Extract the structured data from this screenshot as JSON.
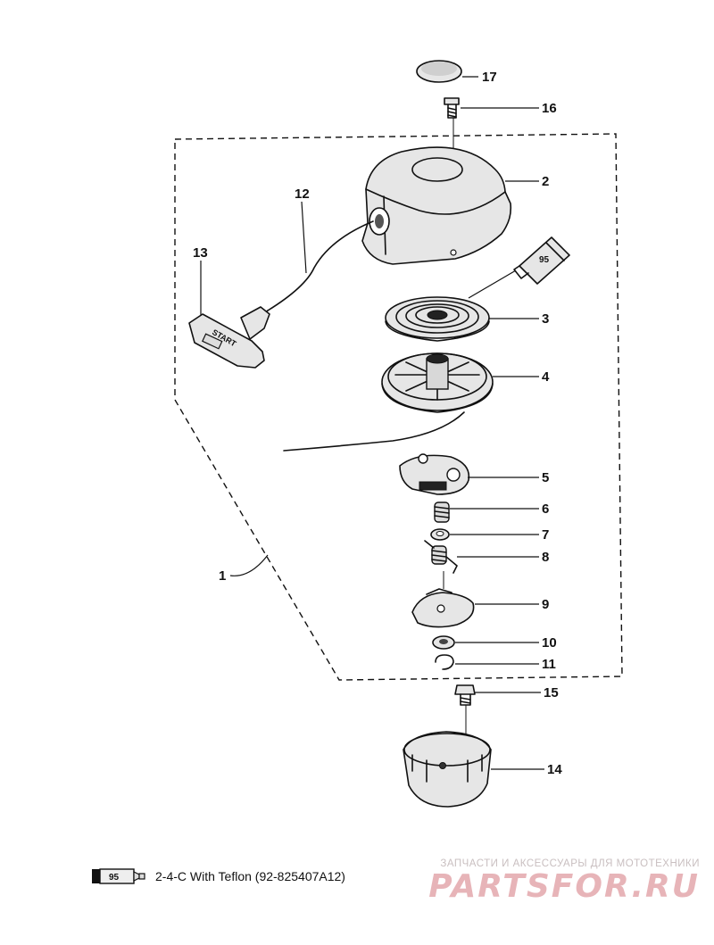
{
  "callouts": [
    "17",
    "16",
    "2",
    "12",
    "13",
    "95",
    "3",
    "4",
    "5",
    "6",
    "7",
    "8",
    "1",
    "9",
    "10",
    "11",
    "15",
    "14"
  ],
  "labels": {
    "cap_17": "17",
    "screw_16": "16",
    "housing_2": "2",
    "rope_12": "12",
    "handle_13": "13",
    "lube_tube": "95",
    "spring_3": "3",
    "pulley_4": "4",
    "pawl_5": "5",
    "spring_6": "6",
    "washer_7": "7",
    "spring_8": "8",
    "assembly_1": "1",
    "plate_9": "9",
    "washer_10": "10",
    "clip_11": "11",
    "bolt_15": "15",
    "cup_14": "14"
  },
  "handle_text": "START",
  "legend": {
    "tube_label": "95",
    "text": "2-4-C  With Teflon (92-825407A12)"
  },
  "watermark": {
    "top": "ЗАПЧАСТИ И АКСЕССУАРЫ ДЛЯ МОТОТЕХНИКИ",
    "main": "PARTSFOR.RU"
  },
  "colors": {
    "line": "#111111",
    "watermark_top": "#c9bfc0",
    "watermark_main": "#e7b4b8"
  }
}
